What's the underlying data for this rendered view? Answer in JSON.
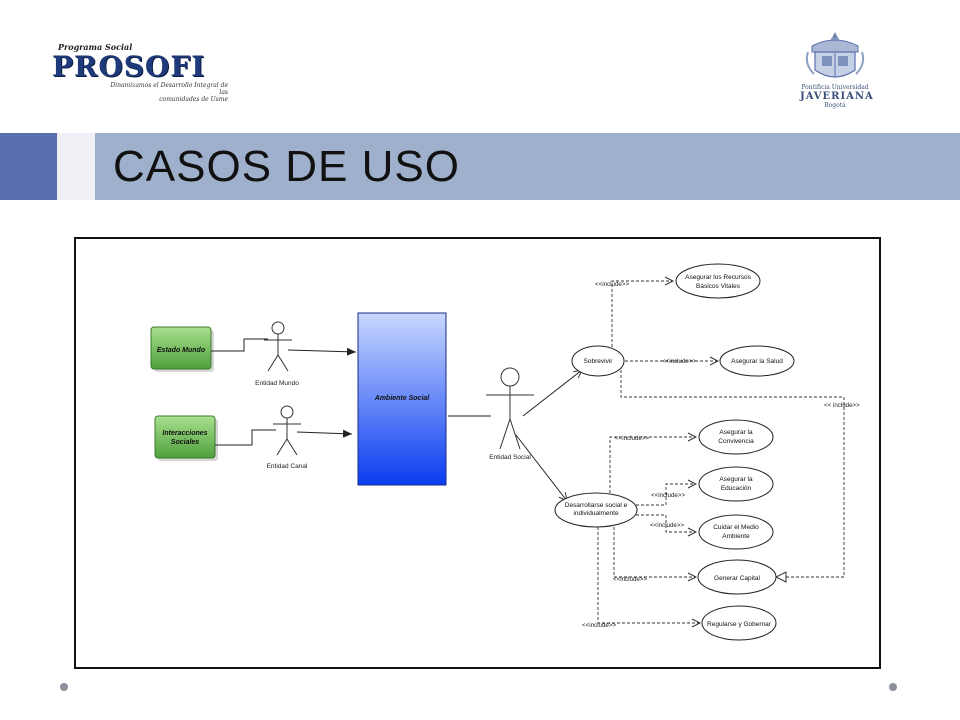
{
  "header": {
    "logo_left": {
      "tagline_top": "Programa Social",
      "brand": "PROSOFI",
      "tagline_1": "Dinamizamos el Desarrollo Integral de las",
      "tagline_2": "comunidades de Usme"
    },
    "logo_right": {
      "line1": "Pontificia Universidad",
      "line2": "JAVERIANA",
      "line3": "Bogotá"
    },
    "title": "CASOS DE USO"
  },
  "colors": {
    "accent_band": "#5b6fae",
    "title_band": "#9fb0cc",
    "green_box": "#6fbf5a",
    "system_blue_top": "#bcd0ff",
    "system_blue_bottom": "#0a3cf0"
  },
  "diagram": {
    "boxes": {
      "estado_mundo": "Estado Mundo",
      "interacciones_1": "Interacciones",
      "interacciones_2": "Sociales",
      "ambiente_social": "Ambiente Social"
    },
    "actors": {
      "entidad_mundo": "Entidad Mundo",
      "entidad_canal": "Entidad Canal",
      "entidad_social": "Entidad Social"
    },
    "usecases": {
      "sobrevivir": "Sobrevivir",
      "desarrollarse_1": "Desarrollarse social e",
      "desarrollarse_2": "individualmente",
      "recursos_1": "Asegurar los Recursos",
      "recursos_2": "Básicos Vitales",
      "salud": "Asegurar la Salud",
      "convivencia_1": "Asegurar la",
      "convivencia_2": "Convivencia",
      "educacion_1": "Asegurar la",
      "educacion_2": "Educación",
      "medio_1": "Cuidar el Medio",
      "medio_2": "Ambiente",
      "capital": "Generar Capital",
      "gobernar": "Regularse y Gobernar"
    },
    "relations": {
      "include": "<<include>>",
      "include_spaced": "<< include>>"
    }
  }
}
